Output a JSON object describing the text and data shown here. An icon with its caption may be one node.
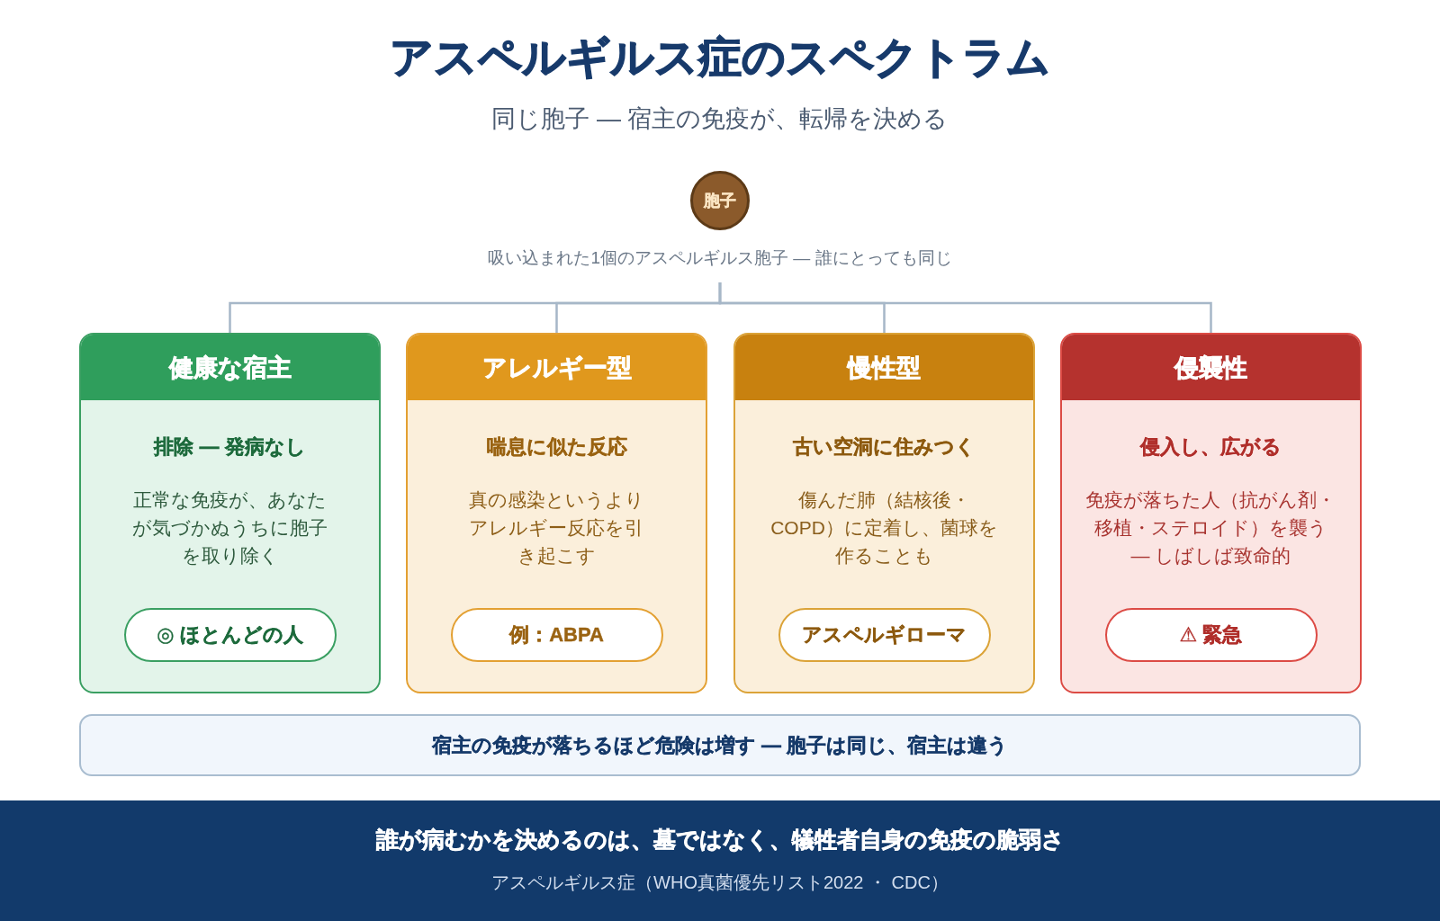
{
  "diagram": {
    "title": "アスペルギルス症のスペクトラム",
    "nodes": [
      {
        "text": [
          "胞子"
        ],
        "beside": [
          "吸い込まれた1個のアスペルギルス胞子 — 誰にとっても同じ"
        ]
      },
      {
        "text": [
          "健康な宿主",
          "排除 — 発病なし",
          "正常な免疫が、あなたが気づかぬうちに胞子を取り除く"
        ]
      },
      {
        "text": [
          "◎ ほとんどの人"
        ],
        "in": 1
      },
      {
        "text": [
          "アレルギー型",
          "喘息に似た反応",
          "真の感染というよりアレルギー反応を引き起こす"
        ]
      },
      {
        "text": [
          "例：ABPA"
        ],
        "in": 3
      },
      {
        "text": [
          "慢性型",
          "古い空洞に住みつく",
          "傷んだ肺（結核後・COPD）に定着し、菌球を作ることも"
        ]
      },
      {
        "text": [
          "アスペルギローマ"
        ],
        "in": 5
      },
      {
        "text": [
          "侵襲性",
          "侵入し、広がる",
          "免疫が落ちた人（抗がん剤・移植・ステロイド）を襲う — しばしば致命的"
        ]
      },
      {
        "text": [
          "⚠ 緊急"
        ],
        "in": 7
      },
      {
        "text": [
          "宿主の免疫が落ちるほど危険は増す — 胞子は同じ、宿主は違う"
        ]
      },
      {
        "text": [
          "誰が病むかを決めるのは、墓ではなく、犠牲者自身の免疫の脆弱さ",
          "アスペルギルス症（WHO真菌優先リスト2022 ・ CDC）"
        ]
      }
    ],
    "edges": [
      {
        "from": 0,
        "to": 1,
        "arrow": "none"
      },
      {
        "from": 0,
        "to": 3,
        "arrow": "none"
      },
      {
        "from": 0,
        "to": 5,
        "arrow": "none"
      },
      {
        "from": 0,
        "to": 7,
        "arrow": "none"
      }
    ],
    "labels": [
      "同じ胞子 — 宿主の免疫が、転帰を決める"
    ]
  }
}
